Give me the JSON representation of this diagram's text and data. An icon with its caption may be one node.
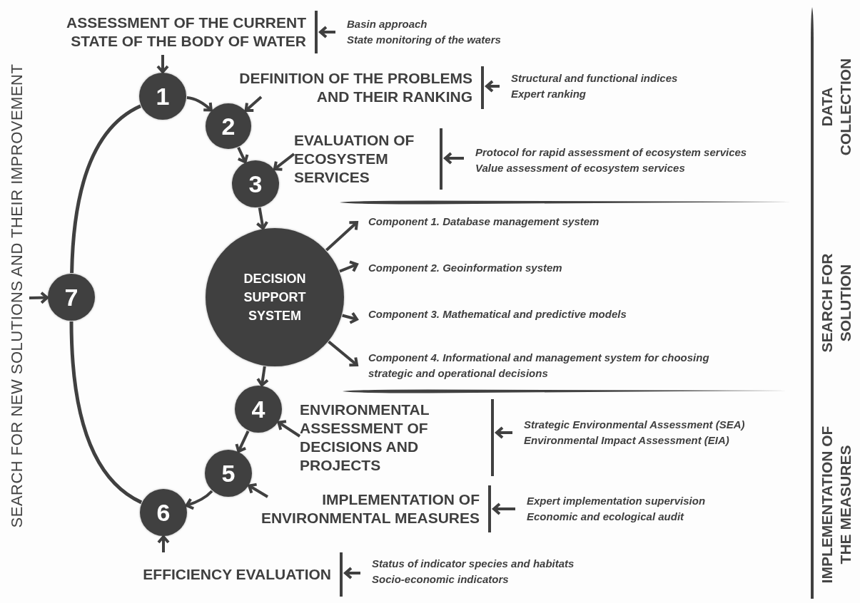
{
  "diagram": {
    "nodes": [
      {
        "text": [
          "1"
        ]
      },
      {
        "text": [
          "2"
        ]
      },
      {
        "text": [
          "3"
        ]
      },
      {
        "text": [
          "DECISION SUPPORT SYSTEM"
        ]
      },
      {
        "text": [
          "4"
        ]
      },
      {
        "text": [
          "5"
        ]
      },
      {
        "text": [
          "6"
        ]
      },
      {
        "text": [
          "7"
        ]
      },
      {
        "text": [
          "ASSESSMENT OF THE CURRENT STATE OF THE BODY OF WATER"
        ]
      },
      {
        "text": [
          "DEFINITION OF THE PROBLEMS AND THEIR RANKING"
        ]
      },
      {
        "text": [
          "EVALUATION OF ECOSYSTEM SERVICES"
        ]
      },
      {
        "text": [
          "ENVIRONMENTAL ASSESSMENT OF DECISIONS AND PROJECTS"
        ]
      },
      {
        "text": [
          "IMPLEMENTATION OF ENVIRONMENTAL MEASURES"
        ]
      },
      {
        "text": [
          "EFFICIENCY EVALUATION"
        ]
      },
      {
        "text": [
          "SEARCH FOR NEW SOLUTIONS AND THEIR IMPROVEMENT"
        ]
      },
      {
        "text": [
          "Basin approach",
          "State monitoring of the waters"
        ]
      },
      {
        "text": [
          "Structural and functional indices",
          "Expert ranking"
        ]
      },
      {
        "text": [
          "Protocol for rapid assessment of ecosystem services",
          "Value assessment of ecosystem services"
        ]
      },
      {
        "text": [
          "Component 1. Database management system"
        ]
      },
      {
        "text": [
          "Component 2. Geoinformation system"
        ]
      },
      {
        "text": [
          "Component 3. Mathematical and predictive models"
        ]
      },
      {
        "text": [
          "Component 4. Informational and management system for choosing strategic and operational decisions"
        ]
      },
      {
        "text": [
          "Strategic Environmental Assessment (SEA)",
          "Environmental Impact Assessment (EIA)"
        ]
      },
      {
        "text": [
          "Expert implementation supervision",
          "Economic and ecological audit"
        ]
      },
      {
        "text": [
          "Status of indicator species and habitats",
          "Socio-economic indicators"
        ]
      }
    ],
    "edges": [
      {
        "from": 8,
        "to": 0,
        "arrow": "to"
      },
      {
        "from": 0,
        "to": 1,
        "arrow": "to"
      },
      {
        "from": 1,
        "to": 2,
        "arrow": "to"
      },
      {
        "from": 9,
        "to": 1,
        "arrow": "to"
      },
      {
        "from": 2,
        "to": 3,
        "arrow": "to"
      },
      {
        "from": 10,
        "to": 2,
        "arrow": "to"
      },
      {
        "from": 3,
        "to": 18,
        "arrow": "to"
      },
      {
        "from": 3,
        "to": 19,
        "arrow": "to"
      },
      {
        "from": 3,
        "to": 20,
        "arrow": "to"
      },
      {
        "from": 3,
        "to": 21,
        "arrow": "to"
      },
      {
        "from": 3,
        "to": 4,
        "arrow": "to"
      },
      {
        "from": 11,
        "to": 4,
        "arrow": "to"
      },
      {
        "from": 4,
        "to": 5,
        "arrow": "to"
      },
      {
        "from": 12,
        "to": 5,
        "arrow": "to"
      },
      {
        "from": 5,
        "to": 6,
        "arrow": "to"
      },
      {
        "from": 13,
        "to": 6,
        "arrow": "to"
      },
      {
        "from": 6,
        "to": 7,
        "arrow": "none"
      },
      {
        "from": 7,
        "to": 0,
        "arrow": "none"
      },
      {
        "from": 14,
        "to": 7,
        "arrow": "to"
      },
      {
        "from": 15,
        "to": 8,
        "arrow": "to"
      },
      {
        "from": 16,
        "to": 9,
        "arrow": "to"
      },
      {
        "from": 17,
        "to": 10,
        "arrow": "to"
      },
      {
        "from": 22,
        "to": 11,
        "arrow": "to"
      },
      {
        "from": 23,
        "to": 12,
        "arrow": "to"
      },
      {
        "from": 24,
        "to": 13,
        "arrow": "to"
      }
    ],
    "labels": [
      "DATA COLLECTION",
      "SEARCH FOR SOLUTION",
      "IMPLEMENTATION OF THE MEASURES"
    ]
  }
}
